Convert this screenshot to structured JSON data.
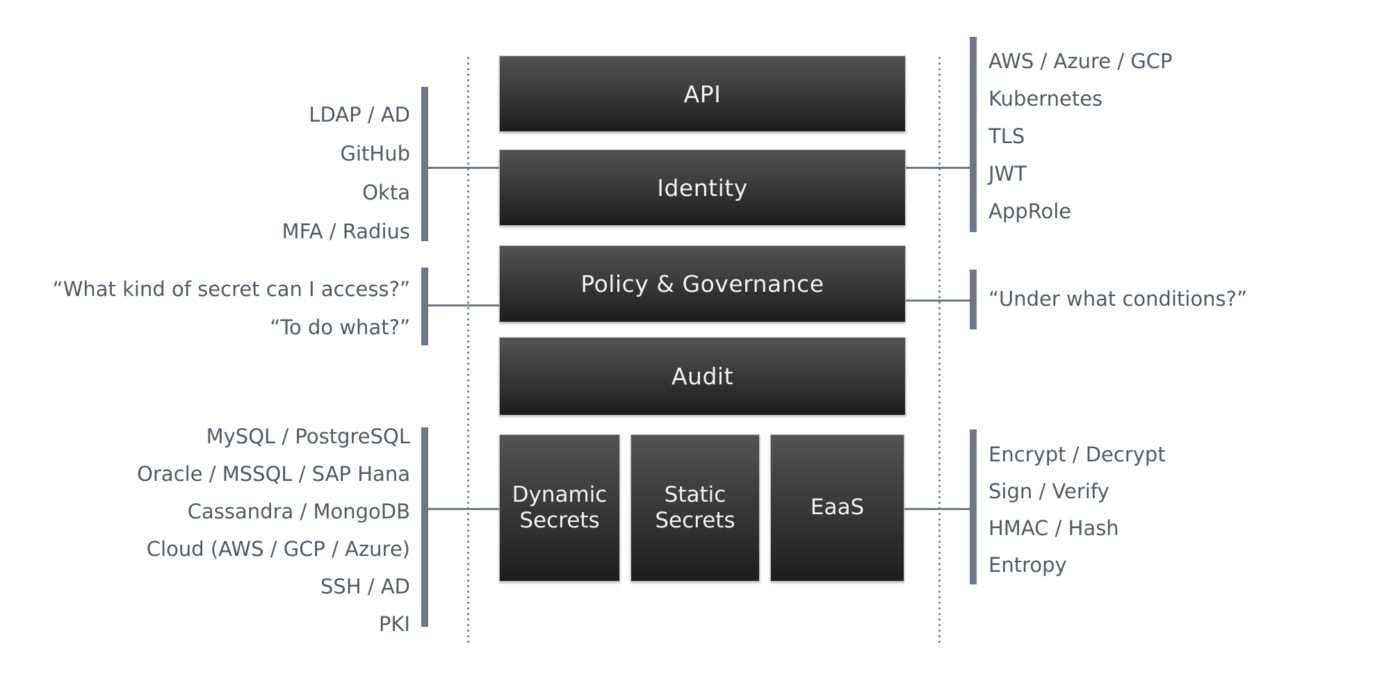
{
  "layers": {
    "api": "API",
    "identity": "Identity",
    "policy": "Policy & Governance",
    "audit": "Audit"
  },
  "secrets_row": [
    "Dynamic Secrets",
    "Static Secrets",
    "EaaS"
  ],
  "left": {
    "auth_methods": [
      "LDAP / AD",
      "GitHub",
      "Okta",
      "MFA / Radius"
    ],
    "policy_questions": [
      "“What kind of secret can I access?”",
      "“To do what?”"
    ],
    "secret_backends": [
      "MySQL / PostgreSQL",
      "Oracle / MSSQL / SAP Hana",
      "Cassandra / MongoDB",
      "Cloud (AWS / GCP / Azure)",
      "SSH / AD",
      "PKI"
    ]
  },
  "right": {
    "auth_platforms": [
      "AWS / Azure / GCP",
      "Kubernetes",
      "TLS",
      "JWT",
      "AppRole"
    ],
    "policy_questions": [
      "“Under what conditions?”"
    ],
    "crypto_operations": [
      "Encrypt / Decrypt",
      "Sign / Verify",
      "HMAC / Hash",
      "Entropy"
    ]
  },
  "colors": {
    "side_text": "#4e5a68",
    "bar": "#6d7887",
    "connector": "#6d7887",
    "dotted_line": "#7d8894",
    "box_gradient_top": "#535353",
    "box_gradient_bottom": "#1d1d1d",
    "box_border": "#bfbfbf",
    "box_label": "#f2f2f2",
    "background": "#ffffff"
  }
}
